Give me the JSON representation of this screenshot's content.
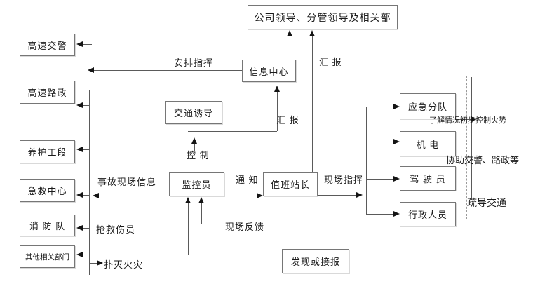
{
  "boxes": {
    "company_leaders": "公司领导、分管领导及相关部",
    "hw_police": "高速交警",
    "hw_road_admin": "高速路政",
    "maintenance": "养护工段",
    "first_aid_center": "急救中心",
    "fire_brigade": "消 防 队",
    "other_depts": "其他相关部门",
    "info_center": "信息中心",
    "traffic_guidance": "交通诱导",
    "monitor": "监控员",
    "duty_master": "值班站长",
    "discover_report": "发现或接报",
    "teams": [
      "应急分队",
      "机  电",
      "驾 驶 员",
      "行政人员"
    ]
  },
  "labels": {
    "arrange_command": "安排指挥",
    "report_top": "汇  报",
    "report_mid": "汇  报",
    "control": "控  制",
    "notify": "通 知",
    "scene_info": "事故现场信息",
    "scene_command": "现场指挥",
    "scene_feedback": "现场反馈",
    "rescue_injured": "抢救伤员",
    "extinguish_fire": "扑灭火灾",
    "annotation_fire": "了解情况初步控制火势",
    "annotation_assist": "协助交警、路政等",
    "annotation_traffic": "疏导交通"
  },
  "colors": {
    "line": "#5a5a5a",
    "border": "#767676",
    "arrow": "#141414",
    "dashed_frame": "#9a9a9a",
    "text": "#1a1a1a",
    "background": "#ffffff"
  }
}
